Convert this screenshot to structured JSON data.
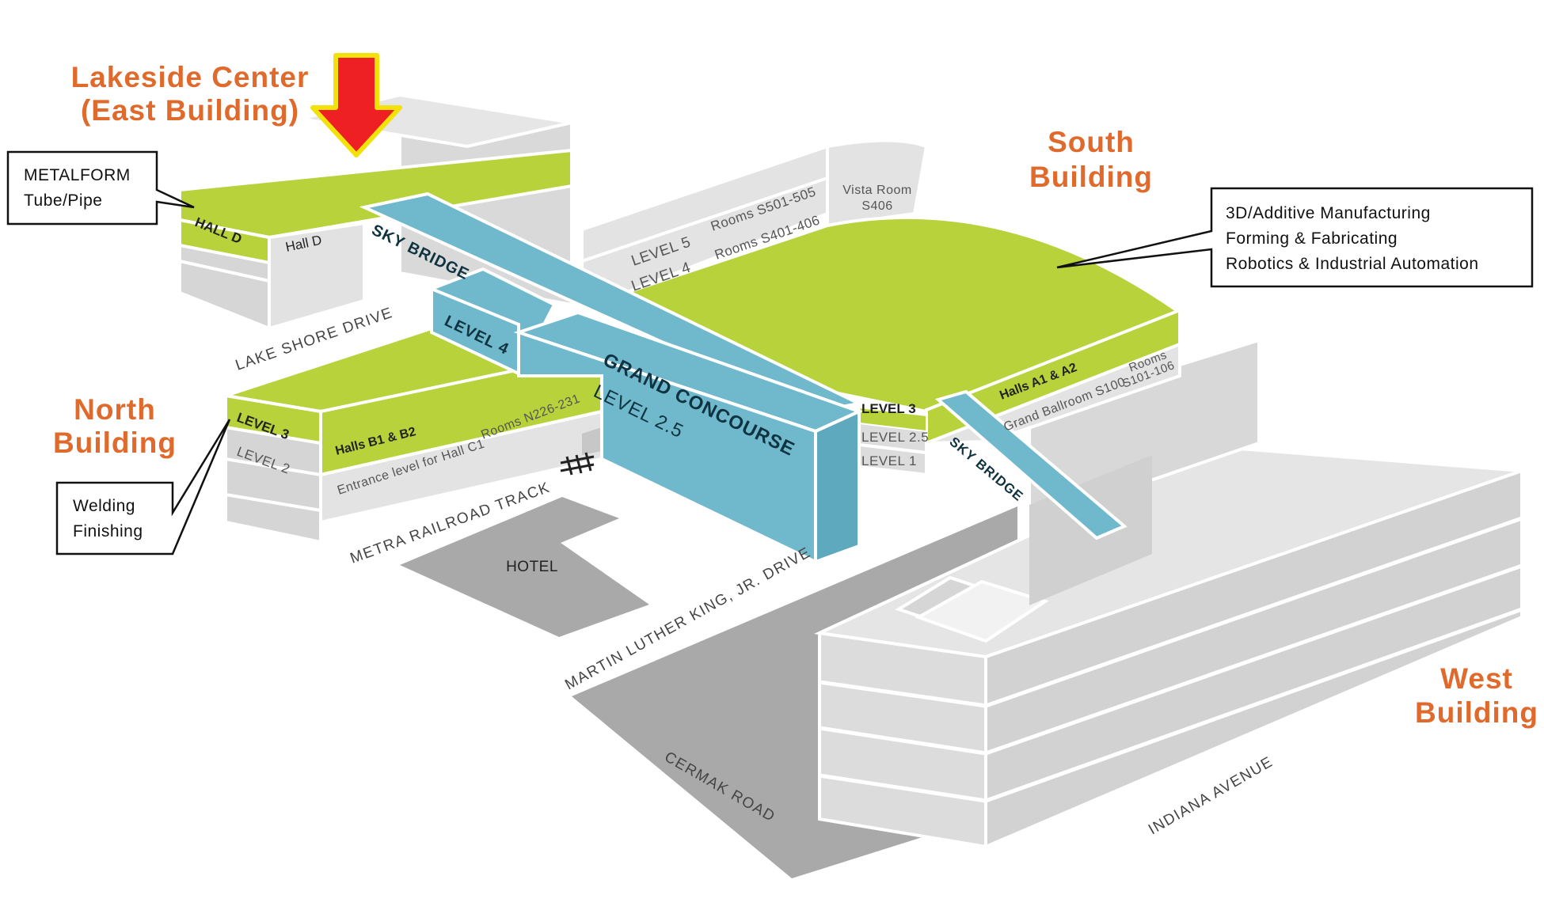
{
  "buildings": {
    "lakeside": {
      "title_line1": "Lakeside Center",
      "title_line2": "(East Building)"
    },
    "south": {
      "title_line1": "South",
      "title_line2": "Building"
    },
    "north": {
      "title_line1": "North",
      "title_line2": "Building"
    },
    "west": {
      "title_line1": "West",
      "title_line2": "Building"
    }
  },
  "callouts": {
    "metalform": {
      "line1": "METALFORM",
      "line2": "Tube/Pipe"
    },
    "south": {
      "line1": "3D/Additive Manufacturing",
      "line2": "Forming & Fabricating",
      "line3": "Robotics & Industrial Automation"
    },
    "north": {
      "line1": "Welding",
      "line2": "Finishing"
    }
  },
  "labels": {
    "hall_d_side": "HALL D",
    "hall_d_top": "Hall D",
    "sky_bridge_1": "SKY BRIDGE",
    "sky_bridge_2": "SKY BRIDGE",
    "level_4_bridge": "LEVEL 4",
    "grand_concourse": "GRAND CONCOURSE",
    "level_2_5_concourse": "LEVEL 2.5",
    "level_5": "LEVEL 5",
    "level_4_south": "LEVEL 4",
    "rooms_s501": "Rooms S501-505",
    "rooms_s401": "Rooms S401-406",
    "vista_room": "Vista Room",
    "vista_room_num": "S406",
    "level_3_south": "LEVEL 3",
    "level_2_5_south": "LEVEL 2.5",
    "level_1_south": "LEVEL 1",
    "halls_a1_a2": "Halls A1 & A2",
    "grand_ballroom": "Grand Ballroom S100",
    "rooms_s101_line1": "Rooms",
    "rooms_s101_line2": "S101-106",
    "level_3_north": "LEVEL 3",
    "level_2_north": "LEVEL 2",
    "halls_b1_b2": "Halls B1 & B2",
    "rooms_n226": "Rooms N226-231",
    "entrance_c1": "Entrance level for Hall C1",
    "hotel": "HOTEL"
  },
  "streets": {
    "lake_shore": "LAKE SHORE DRIVE",
    "metra": "METRA RAILROAD TRACK",
    "mlk": "MARTIN LUTHER KING, JR. DRIVE",
    "cermak": "CERMAK ROAD",
    "indiana": "INDIANA AVENUE"
  },
  "colors": {
    "green": "#b8d23c",
    "blue": "#70b8cc",
    "gray_light": "#e3e3e3",
    "gray_mid": "#d3d3d3",
    "gray_dark": "#a9a9a9",
    "orange": "#e06a2c",
    "arrow_red": "#ee2024",
    "arrow_outline": "#f2e20a"
  }
}
